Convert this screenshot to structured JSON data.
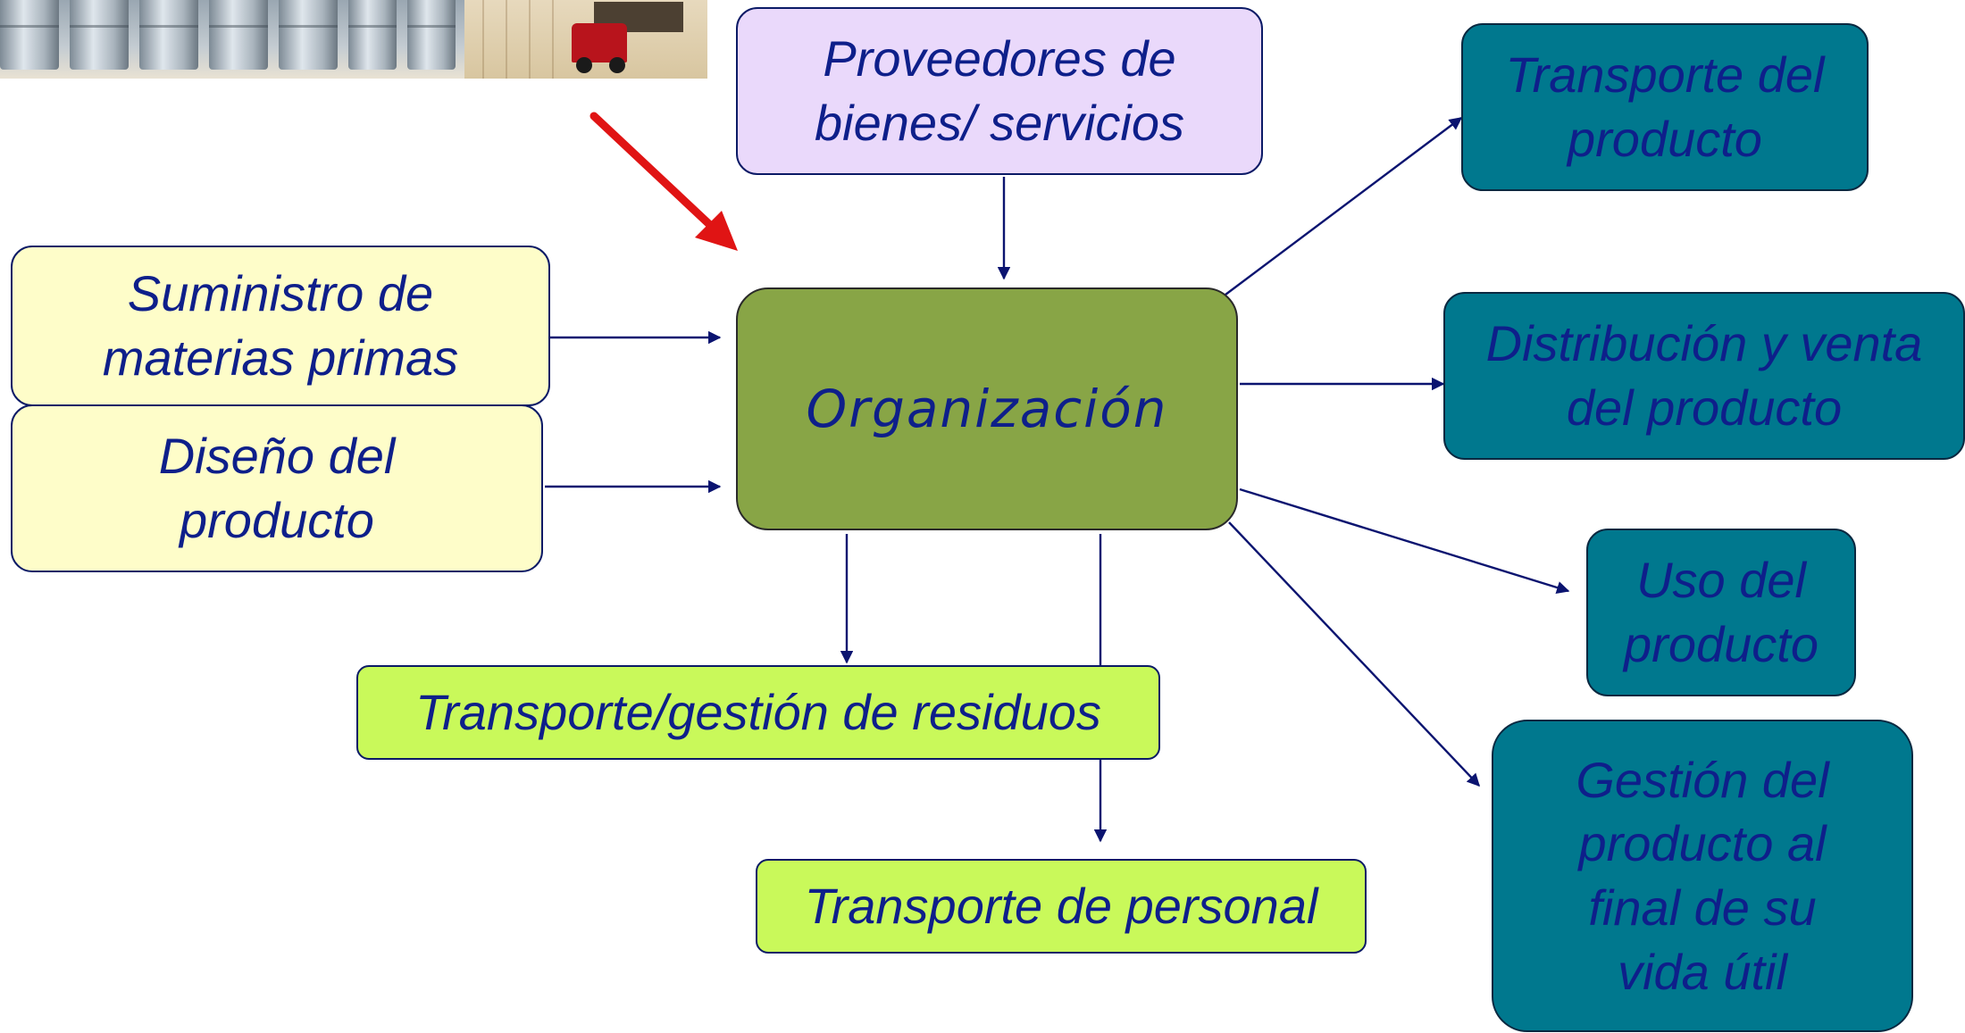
{
  "colors": {
    "arrow_line": "#0b1470",
    "highlight_arrow": "#e01414",
    "input_box": "#fefdc9",
    "supplier_box": "#ead9fb",
    "organization_box": "#88a546",
    "waste_box": "#c9f95a",
    "downstream_box": "#00788e",
    "text": "#0e1f8a"
  },
  "nodes": {
    "suppliers": "Proveedores de\nbienes/ servicios",
    "raw_materials": "Suministro de\nmaterias primas",
    "product_design": "Diseño del\nproducto",
    "organization": "Organización",
    "waste_transport": "Transporte/gestión de residuos",
    "staff_transport": "Transporte de personal",
    "product_transport": "Transporte del\nproducto",
    "distribution_sale": "Distribución y venta\ndel producto",
    "product_use": "Uso del\nproducto",
    "end_of_life": "Gestión del\nproducto al\nfinal de su\nvida útil"
  },
  "photo": {
    "subject": "grain-silos-and-truck-photo"
  }
}
